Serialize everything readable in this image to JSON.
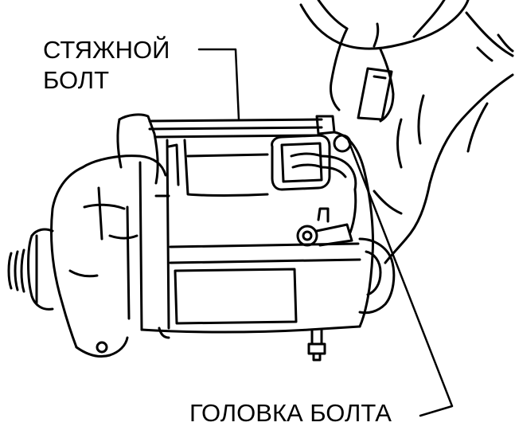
{
  "labels": {
    "tie_bolt_line1": "СТЯЖНОЙ",
    "tie_bolt_line2": "БОЛТ",
    "bolt_head": "ГОЛОВКА БОЛТА"
  },
  "colors": {
    "ink": "#000000",
    "paper": "#ffffff"
  }
}
